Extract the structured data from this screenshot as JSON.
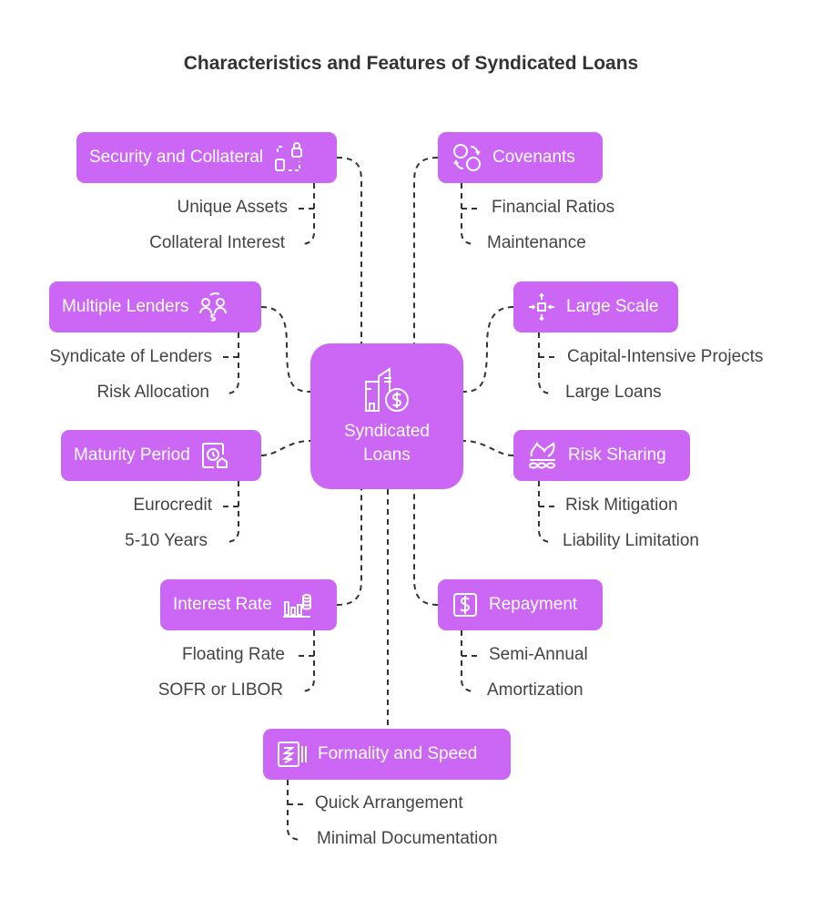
{
  "title": "Characteristics and Features of Syndicated Loans",
  "center": {
    "line1": "Syndicated",
    "line2": "Loans",
    "icon": "buildings-dollar-icon"
  },
  "colors": {
    "node": "#cb66f5",
    "text": "#444444",
    "title": "#333333",
    "line": "#333333"
  },
  "branches": [
    {
      "label": "Security and Collateral",
      "icon": "lock-collateral-icon",
      "children": [
        "Unique Assets",
        "Collateral Interest"
      ]
    },
    {
      "label": "Covenants",
      "icon": "currency-exchange-icon",
      "children": [
        "Financial Ratios",
        "Maintenance"
      ]
    },
    {
      "label": "Multiple Lenders",
      "icon": "people-dollar-icon",
      "children": [
        "Syndicate of Lenders",
        "Risk Allocation"
      ]
    },
    {
      "label": "Large Scale",
      "icon": "expand-arrows-icon",
      "children": [
        "Capital-Intensive Projects",
        "Large Loans"
      ]
    },
    {
      "label": "Maturity Period",
      "icon": "calendar-house-icon",
      "children": [
        "Eurocredit",
        "5-10 Years"
      ]
    },
    {
      "label": "Risk Sharing",
      "icon": "hand-coins-icon",
      "children": [
        "Risk Mitigation",
        "Liability Limitation"
      ]
    },
    {
      "label": "Interest Rate",
      "icon": "chart-coins-icon",
      "children": [
        "Floating Rate",
        "SOFR or LIBOR"
      ]
    },
    {
      "label": "Repayment",
      "icon": "dollar-document-icon",
      "children": [
        "Semi-Annual",
        "Amortization"
      ]
    },
    {
      "label": "Formality and Speed",
      "icon": "document-speed-icon",
      "children": [
        "Quick Arrangement",
        "Minimal Documentation"
      ]
    }
  ]
}
